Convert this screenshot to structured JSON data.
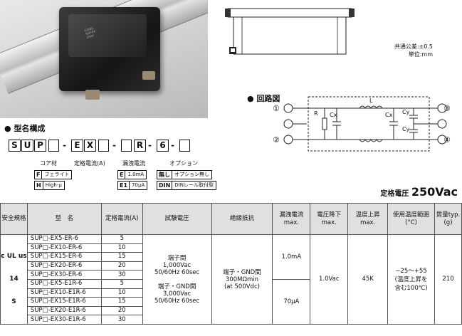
{
  "outline": {
    "tolerance": "共通公差:±0.5",
    "unit": "単位:mm"
  },
  "circuit": {
    "title": "回路図",
    "terminals": [
      "①",
      "②",
      "③",
      "④"
    ],
    "components": [
      "R",
      "Cx",
      "L",
      "Cx",
      "Cy",
      "Cy"
    ]
  },
  "model": {
    "title": "型名構成",
    "code": [
      "S",
      "U",
      "P",
      "E",
      "X",
      "R",
      "6"
    ],
    "notes": {
      "core": "コア材",
      "current": "定格電流(A)",
      "leak": "漏洩電流",
      "option": "オプション"
    },
    "core_codes": [
      {
        "code": "F",
        "desc": "フェライト"
      },
      {
        "code": "H",
        "desc": "High-μ"
      }
    ],
    "leak_codes": [
      {
        "code": "E",
        "desc": "1.0mA"
      },
      {
        "code": "E1",
        "desc": "70μA"
      }
    ],
    "option_codes": [
      {
        "code": "無し",
        "desc": "オプション無し"
      },
      {
        "code": "DIN",
        "desc": "DINレール取付型"
      }
    ]
  },
  "rated_voltage": {
    "label": "定格電圧",
    "value": "250Vac"
  },
  "table": {
    "headers": [
      "安全規格",
      "型　名",
      "定格電流(A)",
      "試験電圧",
      "絶縁抵抗",
      "漏洩電流max.",
      "電圧降下max.",
      "温度上昇max.",
      "使用温度範囲(°C)",
      "質量typ.(g)"
    ],
    "rows": [
      {
        "model": "SUP□-EX5-ER-6",
        "current": "5"
      },
      {
        "model": "SUP□-EX10-ER-6",
        "current": "10"
      },
      {
        "model": "SUP□-EX15-ER-6",
        "current": "15"
      },
      {
        "model": "SUP□-EX20-ER-6",
        "current": "20"
      },
      {
        "model": "SUP□-EX30-ER-6",
        "current": "30"
      },
      {
        "model": "SUP□-EX5-E1R-6",
        "current": "5"
      },
      {
        "model": "SUP□-EX10-E1R-6",
        "current": "10"
      },
      {
        "model": "SUP□-EX15-E1R-6",
        "current": "15"
      },
      {
        "model": "SUP□-EX20-E1R-6",
        "current": "20"
      },
      {
        "model": "SUP□-EX30-E1R-6",
        "current": "30"
      }
    ],
    "test_voltage_1": [
      "端子間",
      "1,000Vac",
      "50/60Hz 60sec"
    ],
    "test_voltage_2": [
      "端子・GND間",
      "3,000Vac",
      "50/60Hz 60sec"
    ],
    "insulation": [
      "端子・GND間",
      "300MΩmin",
      "(at 500Vdc)"
    ],
    "leak_1": "1.0mA",
    "leak_2": "70μA",
    "voltage_drop": "1.0Vac",
    "temp_rise": "45K",
    "temp_range": [
      "−25～+55",
      "(温度上昇を",
      "含む100℃)"
    ],
    "mass": "210",
    "safety_logos": [
      "c UL us",
      "14",
      "S"
    ]
  }
}
